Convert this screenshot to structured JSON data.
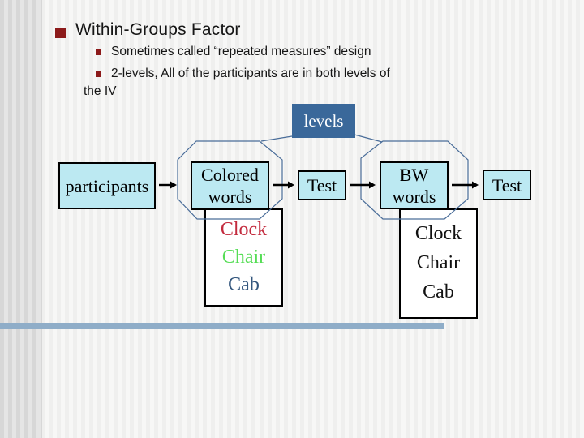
{
  "slide": {
    "title": "Within-Groups Factor",
    "bullets": [
      "Sometimes called “repeated measures” design",
      "2-levels, All of the participants are in both levels of",
      "the IV"
    ]
  },
  "diagram": {
    "levels_label": "levels",
    "participants_label": "participants",
    "condition1": {
      "line1": "Colored",
      "line2": "words"
    },
    "test1_label": "Test",
    "condition2": {
      "line1": "BW",
      "line2": "words"
    },
    "test2_label": "Test",
    "list1": {
      "items": [
        {
          "text": "Clock",
          "color": "#c32b3e"
        },
        {
          "text": "Chair",
          "color": "#55dd55"
        },
        {
          "text": "Cab",
          "color": "#33567d"
        }
      ]
    },
    "list2": {
      "items": [
        {
          "text": "Clock",
          "color": "#111111"
        },
        {
          "text": "Chair",
          "color": "#111111"
        },
        {
          "text": "Cab",
          "color": "#111111"
        }
      ]
    }
  },
  "colors": {
    "accent_bar": "#8fadc8",
    "levels_box": "#3a689a",
    "condition_box": "#bce9f2",
    "bullet": "#8c1a1a",
    "octagon_stroke": "#4a6d99"
  }
}
